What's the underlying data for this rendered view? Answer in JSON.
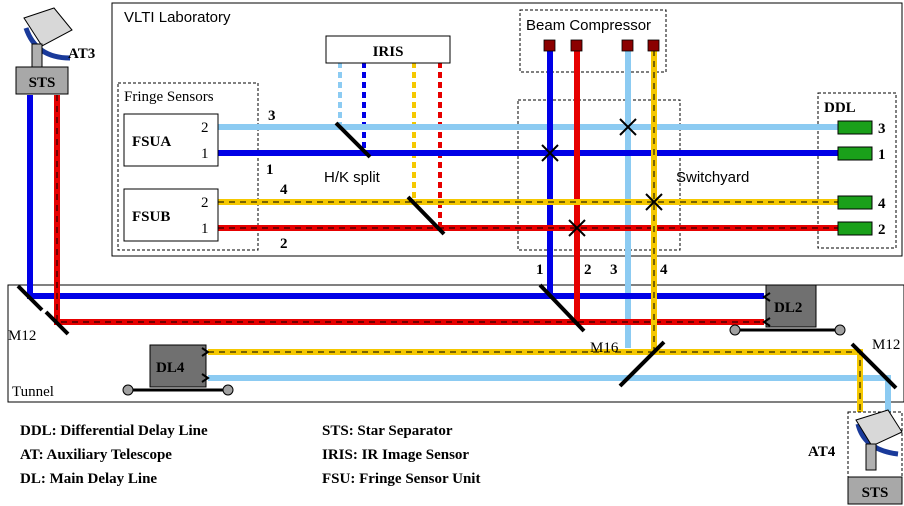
{
  "boxes": {
    "lab": "VLTI Laboratory",
    "fringe_sensors": "Fringe Sensors",
    "beam_compressor": "Beam Compressor",
    "tunnel": "Tunnel",
    "ddl": "DDL",
    "iris": "IRIS"
  },
  "fsu": [
    {
      "name": "FSUA",
      "port_top": "2",
      "port_bottom": "1"
    },
    {
      "name": "FSUB",
      "port_top": "2",
      "port_bottom": "1"
    }
  ],
  "labels": {
    "hk_split": "H/K split",
    "switchyard": "Switchyard",
    "m12_left": "M12",
    "m12_right": "M12",
    "m16": "M16",
    "dl2": "DL2",
    "dl4": "DL4",
    "at3": "AT3",
    "at4": "AT4",
    "sts": "STS"
  },
  "beam_numbers": {
    "fsua_out_top": "3",
    "fsua_out_bottom": "1",
    "fsub_out_top": "4",
    "fsub_out_bottom": "2",
    "ddl": [
      "3",
      "1",
      "4",
      "2"
    ],
    "vertical": [
      "1",
      "2",
      "3",
      "4"
    ]
  },
  "legend": [
    {
      "abbr": "DDL",
      "text": "DDL: Differential Delay Line"
    },
    {
      "abbr": "AT",
      "text": "AT: Auxiliary Telescope"
    },
    {
      "abbr": "DL",
      "text": "DL: Main Delay Line"
    },
    {
      "abbr": "STS",
      "text": "STS: Star Separator"
    },
    {
      "abbr": "IRIS",
      "text": "IRIS: IR Image Sensor"
    },
    {
      "abbr": "FSU",
      "text": "FSU: Fringe Sensor Unit"
    }
  ],
  "colors": {
    "beam1_blue": "#0000e6",
    "beam2_red": "#e60000",
    "beam3_lightblue": "#8ccbf2",
    "beam4_yellow": "#f5c800",
    "ddl_green": "#1aa01a",
    "port_darkred": "#8b0000",
    "gray": "#909090"
  }
}
